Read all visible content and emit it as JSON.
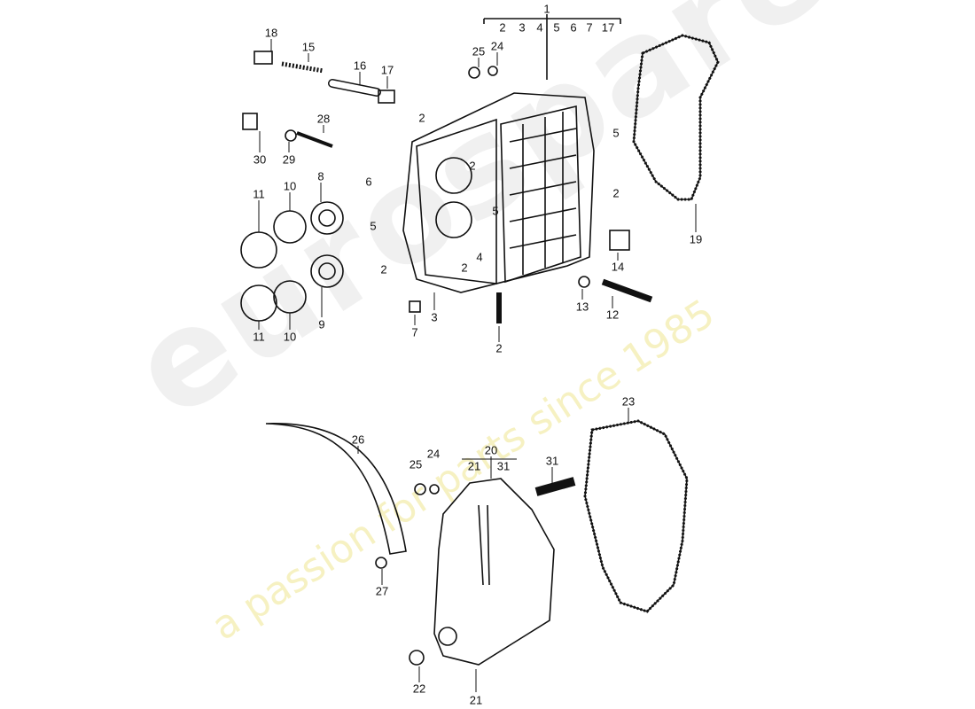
{
  "watermark": {
    "brand": "eurospares",
    "tagline": "a passion for parts since 1985"
  },
  "callouts": [
    "1",
    "2",
    "3",
    "4",
    "5",
    "6",
    "7",
    "17",
    "18",
    "15",
    "16",
    "17",
    "25",
    "24",
    "28",
    "30",
    "29",
    "2",
    "6",
    "2",
    "5",
    "5",
    "2",
    "5",
    "4",
    "2",
    "2",
    "3",
    "7",
    "2",
    "14",
    "13",
    "12",
    "19",
    "11",
    "10",
    "8",
    "11",
    "10",
    "9",
    "23",
    "26",
    "20",
    "21",
    "31",
    "25",
    "24",
    "31",
    "27",
    "22",
    "21"
  ],
  "colors": {
    "line": "#111111",
    "background": "#ffffff"
  }
}
